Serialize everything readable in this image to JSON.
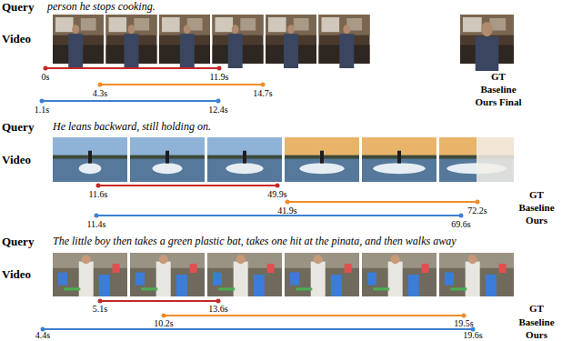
{
  "diagram": {
    "labels": [
      "Query",
      "person he stops cooking.",
      "Video",
      "0s",
      "11.9s",
      "4.3s",
      "14.7s",
      "1.1s",
      "12.4s",
      "GT",
      "Baseline",
      "Ours Final",
      "Query",
      "He leans backward, still holding on.",
      "Video",
      "11.6s",
      "49.9s",
      "41.9s",
      "72.2s",
      "11.4s",
      "69.6s",
      "GT",
      "Baseline",
      "Ours",
      "Query",
      "The little boy then takes a green plastic bat, takes one hit at the pinata, and then walks away",
      "Video",
      "5.1s",
      "13.6s",
      "10.2s",
      "19.5s",
      "4.4s",
      "19.6s",
      "GT",
      "Baseline",
      "Ours"
    ]
  }
}
